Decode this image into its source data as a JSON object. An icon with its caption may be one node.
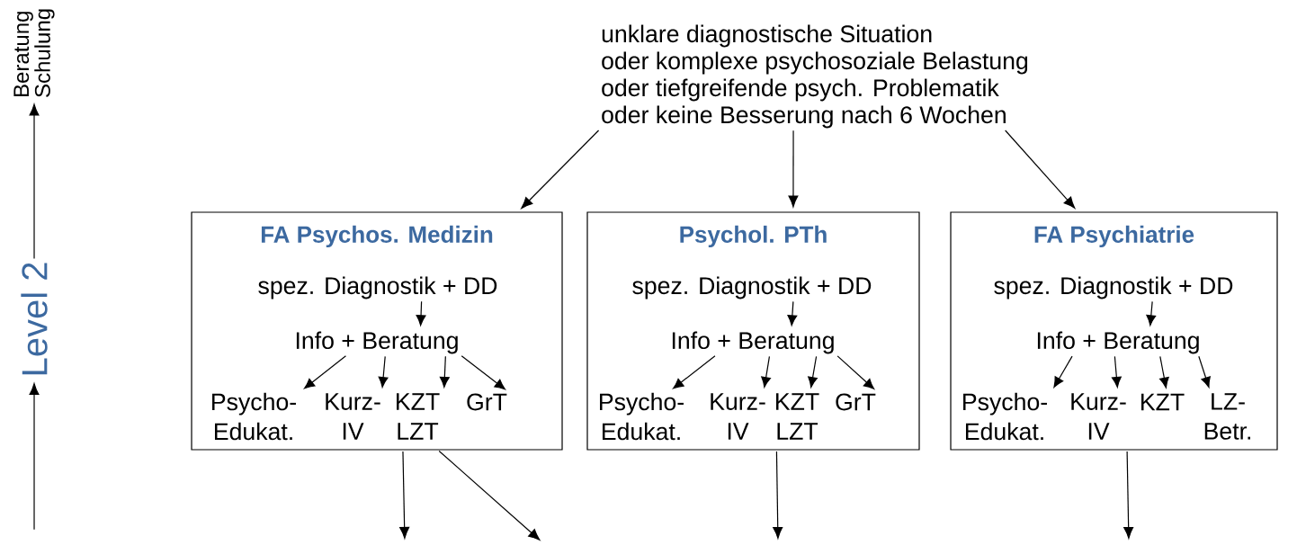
{
  "diagram": {
    "nodes": [
      {
        "text": [
          "unklare diagnostische Situation",
          "oder komplexe psychosoziale Belastung",
          "oder tiefgreifende psych. Problematik",
          "oder keine Besserung nach 6 Wochen"
        ]
      },
      {
        "text": [
          "FA Psychos. Medizin"
        ]
      },
      {
        "text": [
          "spez. Diagnostik + DD"
        ],
        "in": 1
      },
      {
        "text": [
          "Info + Beratung"
        ],
        "in": 1
      },
      {
        "text": [
          "Psycho- Edukat."
        ],
        "in": 1
      },
      {
        "text": [
          "Kurz- IV"
        ],
        "in": 1
      },
      {
        "text": [
          "KZT LZT"
        ],
        "in": 1
      },
      {
        "text": [
          "GrT"
        ],
        "in": 1
      },
      {
        "text": [
          "Psychol. PTh"
        ]
      },
      {
        "text": [
          "spez. Diagnostik + DD"
        ],
        "in": 8
      },
      {
        "text": [
          "Info + Beratung"
        ],
        "in": 8
      },
      {
        "text": [
          "Psycho- Edukat."
        ],
        "in": 8
      },
      {
        "text": [
          "Kurz- IV"
        ],
        "in": 8
      },
      {
        "text": [
          "KZT LZT"
        ],
        "in": 8
      },
      {
        "text": [
          "GrT"
        ],
        "in": 8
      },
      {
        "text": [
          "FA Psychiatrie"
        ]
      },
      {
        "text": [
          "spez. Diagnostik + DD"
        ],
        "in": 15
      },
      {
        "text": [
          "Info + Beratung"
        ],
        "in": 15
      },
      {
        "text": [
          "Psycho- Edukat."
        ],
        "in": 15
      },
      {
        "text": [
          "Kurz- IV"
        ],
        "in": 15
      },
      {
        "text": [
          "KZT"
        ],
        "in": 15
      },
      {
        "text": [
          "LZ- Betr."
        ],
        "in": 15
      },
      {
        "text": [
          "Level 2"
        ]
      },
      {
        "text": [
          "Beratung Schulung"
        ]
      }
    ],
    "edges": [
      {
        "from": 0,
        "to": 1,
        "arrow": "to"
      },
      {
        "from": 0,
        "to": 8,
        "arrow": "to"
      },
      {
        "from": 0,
        "to": 15,
        "arrow": "to"
      },
      {
        "from": 2,
        "to": 3,
        "arrow": "to"
      },
      {
        "from": 3,
        "to": 4,
        "arrow": "to"
      },
      {
        "from": 3,
        "to": 5,
        "arrow": "to"
      },
      {
        "from": 3,
        "to": 6,
        "arrow": "to"
      },
      {
        "from": 3,
        "to": 7,
        "arrow": "to"
      },
      {
        "from": 9,
        "to": 10,
        "arrow": "to"
      },
      {
        "from": 10,
        "to": 11,
        "arrow": "to"
      },
      {
        "from": 10,
        "to": 12,
        "arrow": "to"
      },
      {
        "from": 10,
        "to": 13,
        "arrow": "to"
      },
      {
        "from": 10,
        "to": 14,
        "arrow": "to"
      },
      {
        "from": 16,
        "to": 17,
        "arrow": "to"
      },
      {
        "from": 17,
        "to": 18,
        "arrow": "to"
      },
      {
        "from": 17,
        "to": 19,
        "arrow": "to"
      },
      {
        "from": 17,
        "to": 20,
        "arrow": "to"
      },
      {
        "from": 17,
        "to": 21,
        "arrow": "to"
      },
      {
        "from": 1,
        "to": null,
        "arrow": "to"
      },
      {
        "from": 1,
        "to": null,
        "arrow": "to"
      },
      {
        "from": 8,
        "to": null,
        "arrow": "to"
      },
      {
        "from": 15,
        "to": null,
        "arrow": "to"
      },
      {
        "from": null,
        "to": 22,
        "arrow": "to"
      },
      {
        "from": 22,
        "to": 23,
        "arrow": "to"
      }
    ]
  }
}
